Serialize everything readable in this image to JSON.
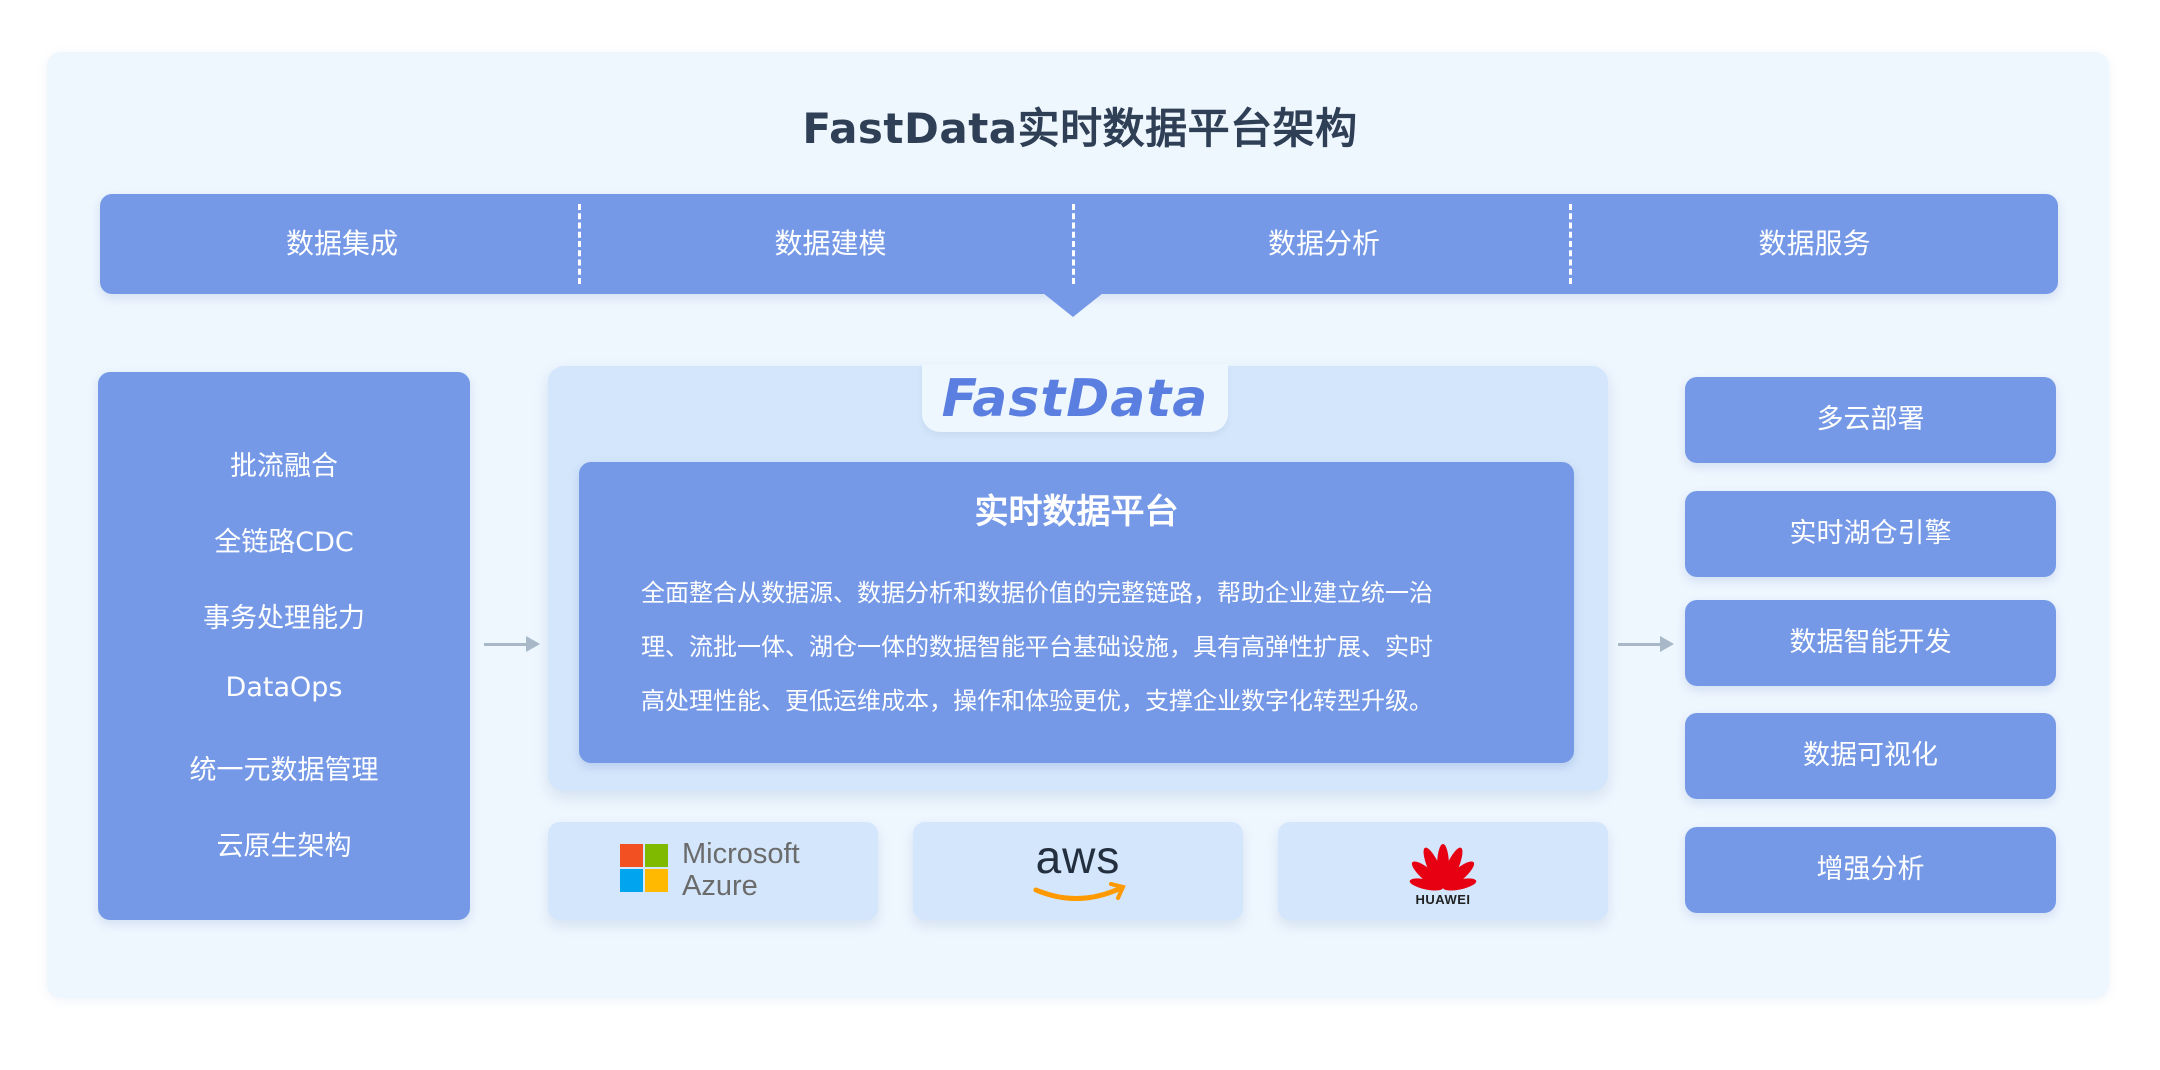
{
  "title": "FastData实时数据平台架构",
  "top_bar": {
    "items": [
      "数据集成",
      "数据建模",
      "数据分析",
      "数据服务"
    ]
  },
  "left_panel": {
    "features": [
      "批流融合",
      "全链路CDC",
      "事务处理能力",
      "DataOps",
      "统一元数据管理",
      "云原生架构"
    ]
  },
  "center": {
    "logo_text": "FastData",
    "title": "实时数据平台",
    "description_lines": [
      "全面整合从数据源、数据分析和数据价值的完整链路，帮助企业建立统一治",
      "理、流批一体、湖仓一体的数据智能平台基础设施，具有高弹性扩展、实时",
      "高处理性能、更低运维成本，操作和体验更优，支撑企业数字化转型升级。"
    ]
  },
  "clouds": {
    "azure": {
      "line1": "Microsoft",
      "line2": "Azure",
      "icon": "microsoft-logo"
    },
    "aws": {
      "text": "aws",
      "icon": "amazon-smile-logo"
    },
    "huawei": {
      "text": "HUAWEI",
      "icon": "huawei-petal-logo"
    }
  },
  "right_panel": {
    "items": [
      "多云部署",
      "实时湖仓引擎",
      "数据智能开发",
      "数据可视化",
      "增强分析"
    ]
  },
  "colors": {
    "primary_block": "#7599e6",
    "light_block": "#d3e6fb",
    "background_panel": "#eef6fe",
    "title_text": "#2f3f55",
    "arrow": "#a9b8c8"
  }
}
